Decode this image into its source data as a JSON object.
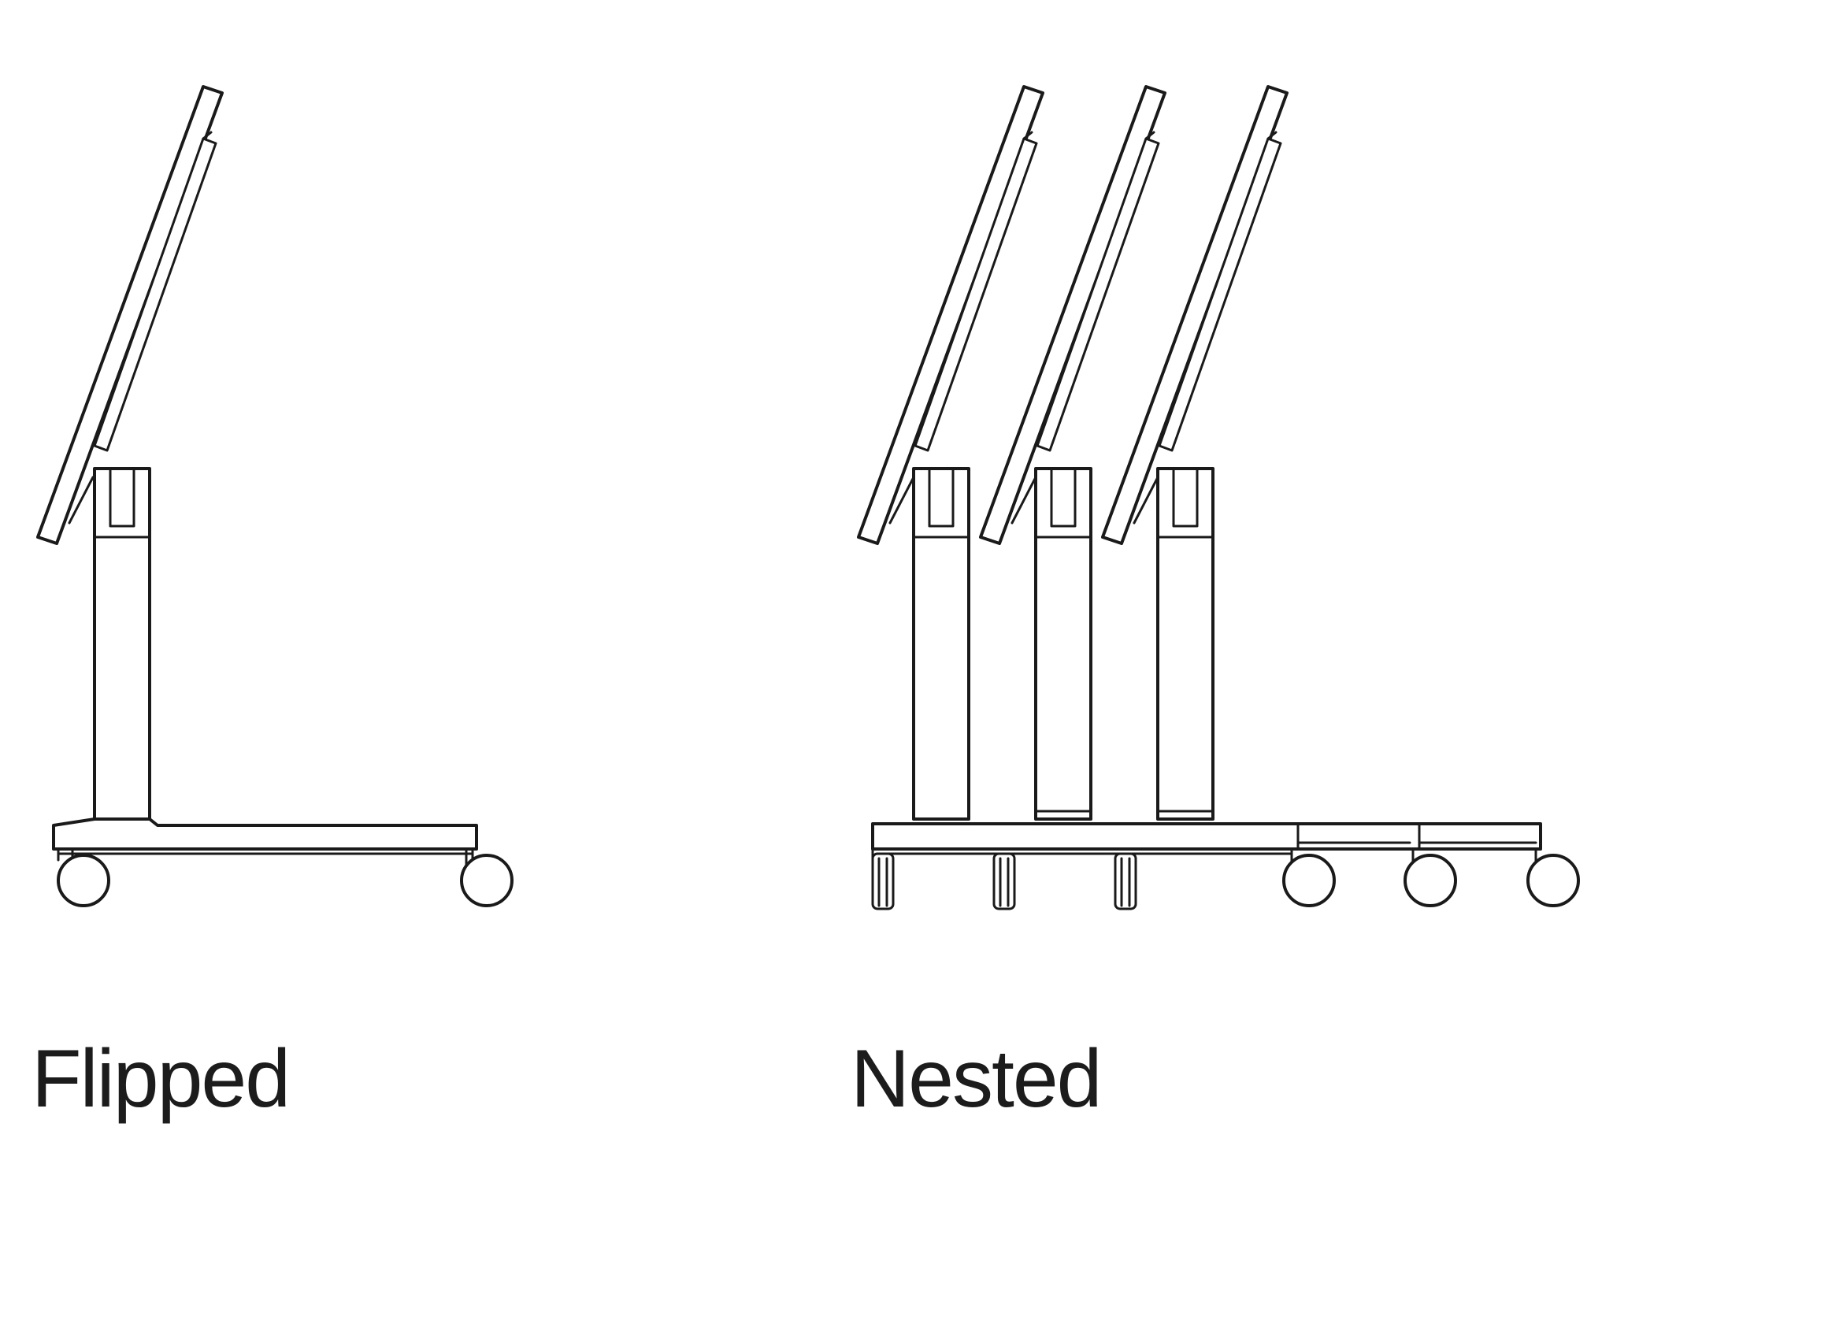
{
  "labels": {
    "flipped": "Flipped",
    "nested": "Nested"
  },
  "colors": {
    "line": "#1a1a1a",
    "background": "#ffffff",
    "text": "#1c1c1c"
  },
  "groups": {
    "flipped": {
      "table_count": 1
    },
    "nested": {
      "table_count": 3
    }
  }
}
